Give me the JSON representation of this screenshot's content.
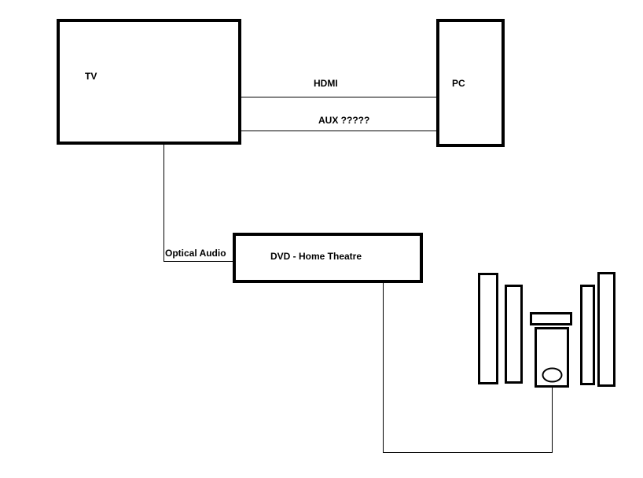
{
  "diagram": {
    "nodes": {
      "tv": {
        "label": "TV"
      },
      "pc": {
        "label": "PC"
      },
      "dvd": {
        "label": "DVD - Home Theatre"
      },
      "speakers": {
        "label": ""
      }
    },
    "edges": [
      {
        "from": "tv",
        "to": "pc",
        "label": "HDMI"
      },
      {
        "from": "tv",
        "to": "pc",
        "label": "AUX ?????"
      },
      {
        "from": "tv",
        "to": "dvd",
        "label": "Optical Audio"
      },
      {
        "from": "dvd",
        "to": "speakers",
        "label": ""
      }
    ],
    "colors": {
      "stroke": "#000000",
      "background": "#ffffff"
    }
  }
}
